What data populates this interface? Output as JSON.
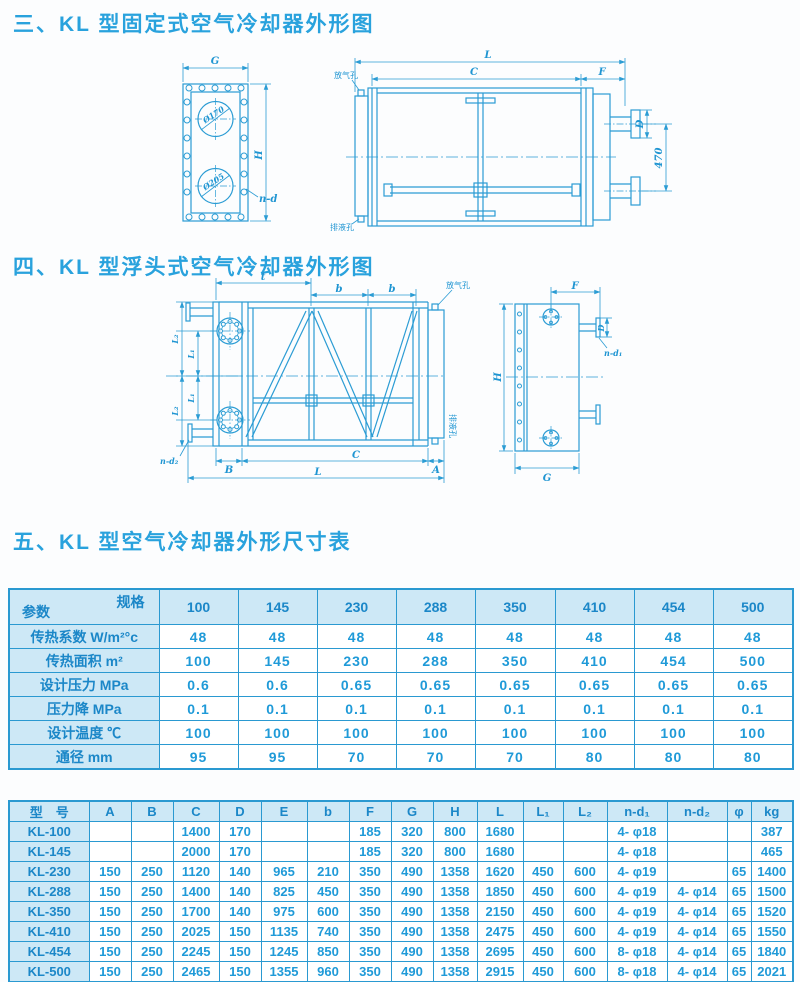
{
  "sections": {
    "s3": "三、KL 型固定式空气冷却器外形图",
    "s4": "四、KL 型浮头式空气冷却器外形图",
    "s5": "五、KL 型空气冷却器外形尺寸表"
  },
  "colors": {
    "line_blue": "#2b9cd4",
    "header_fill": "#cde8f6",
    "text_blue": "#1f9ad8"
  },
  "drawings": {
    "fixed_front": {
      "g": "G",
      "h": "H",
      "nd": "n-d",
      "c1": "Ø170",
      "c2": "Ø205"
    },
    "fixed_side": {
      "l": "L",
      "c": "C",
      "f": "F",
      "d": "D",
      "v470": "470",
      "vent": "放气孔",
      "drain": "排液孔"
    },
    "float_front": {
      "t": "t",
      "b1": "b",
      "b2": "b",
      "l1a": "L₁",
      "l1b": "L₁",
      "l2a": "L₂",
      "l2b": "L₂",
      "B": "B",
      "C": "C",
      "A": "A",
      "L": "L",
      "nd2": "n-d₂",
      "vent": "放气孔",
      "drain": "排液孔"
    },
    "float_side": {
      "f": "F",
      "d": "D",
      "nd1": "n-d₁",
      "h": "H",
      "g": "G"
    }
  },
  "table_params": {
    "corner": {
      "top": "规格",
      "bottom": "参数"
    },
    "columns": [
      "100",
      "145",
      "230",
      "288",
      "350",
      "410",
      "454",
      "500"
    ],
    "rows": [
      {
        "label": "传热系数 W/m²°c",
        "values": [
          "48",
          "48",
          "48",
          "48",
          "48",
          "48",
          "48",
          "48"
        ]
      },
      {
        "label": "传热面积 m²",
        "values": [
          "100",
          "145",
          "230",
          "288",
          "350",
          "410",
          "454",
          "500"
        ]
      },
      {
        "label": "设计压力 MPa",
        "values": [
          "0.6",
          "0.6",
          "0.65",
          "0.65",
          "0.65",
          "0.65",
          "0.65",
          "0.65"
        ]
      },
      {
        "label": "压力降 MPa",
        "values": [
          "0.1",
          "0.1",
          "0.1",
          "0.1",
          "0.1",
          "0.1",
          "0.1",
          "0.1"
        ]
      },
      {
        "label": "设计温度 ℃",
        "values": [
          "100",
          "100",
          "100",
          "100",
          "100",
          "100",
          "100",
          "100"
        ]
      },
      {
        "label": "通径 mm",
        "values": [
          "95",
          "95",
          "70",
          "70",
          "70",
          "80",
          "80",
          "80"
        ]
      }
    ]
  },
  "table_dims": {
    "columns": [
      "型　号",
      "A",
      "B",
      "C",
      "D",
      "E",
      "b",
      "F",
      "G",
      "H",
      "L",
      "L₁",
      "L₂",
      "n-d₁",
      "n-d₂",
      "φ",
      "kg"
    ],
    "rows": [
      {
        "model": "KL-100",
        "values": [
          "",
          "",
          "1400",
          "170",
          "",
          "",
          "185",
          "320",
          "800",
          "1680",
          "",
          "",
          "4- φ18",
          "",
          "",
          "387"
        ]
      },
      {
        "model": "KL-145",
        "values": [
          "",
          "",
          "2000",
          "170",
          "",
          "",
          "185",
          "320",
          "800",
          "1680",
          "",
          "",
          "4- φ18",
          "",
          "",
          "465"
        ]
      },
      {
        "model": "KL-230",
        "values": [
          "150",
          "250",
          "1120",
          "140",
          "965",
          "210",
          "350",
          "490",
          "1358",
          "1620",
          "450",
          "600",
          "4- φ19",
          "",
          "65",
          "1400"
        ]
      },
      {
        "model": "KL-288",
        "values": [
          "150",
          "250",
          "1400",
          "140",
          "825",
          "450",
          "350",
          "490",
          "1358",
          "1850",
          "450",
          "600",
          "4- φ19",
          "4- φ14",
          "65",
          "1500"
        ]
      },
      {
        "model": "KL-350",
        "values": [
          "150",
          "250",
          "1700",
          "140",
          "975",
          "600",
          "350",
          "490",
          "1358",
          "2150",
          "450",
          "600",
          "4- φ19",
          "4- φ14",
          "65",
          "1520"
        ]
      },
      {
        "model": "KL-410",
        "values": [
          "150",
          "250",
          "2025",
          "150",
          "1135",
          "740",
          "350",
          "490",
          "1358",
          "2475",
          "450",
          "600",
          "4- φ19",
          "4- φ14",
          "65",
          "1550"
        ]
      },
      {
        "model": "KL-454",
        "values": [
          "150",
          "250",
          "2245",
          "150",
          "1245",
          "850",
          "350",
          "490",
          "1358",
          "2695",
          "450",
          "600",
          "8- φ18",
          "4- φ14",
          "65",
          "1840"
        ]
      },
      {
        "model": "KL-500",
        "values": [
          "150",
          "250",
          "2465",
          "150",
          "1355",
          "960",
          "350",
          "490",
          "1358",
          "2915",
          "450",
          "600",
          "8- φ18",
          "4- φ14",
          "65",
          "2021"
        ]
      }
    ]
  }
}
